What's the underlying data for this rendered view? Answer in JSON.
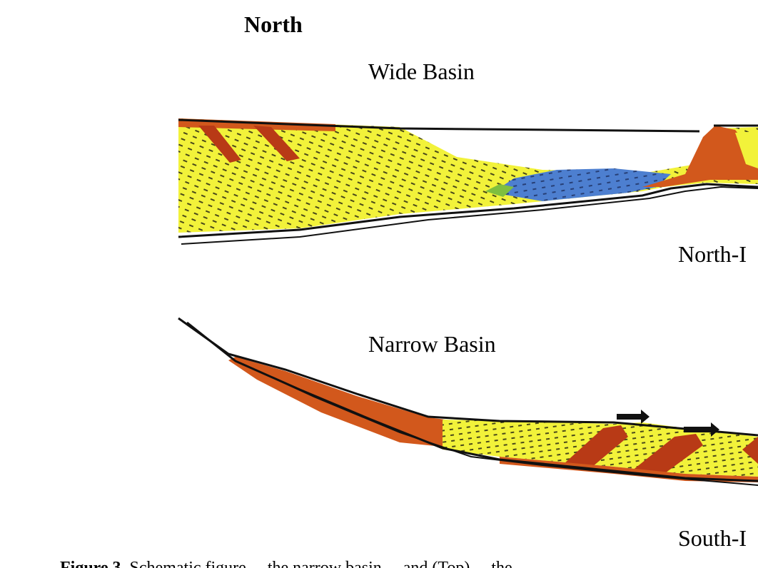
{
  "headings": {
    "north": "North",
    "wide_basin": "Wide Basin",
    "north_partial": "North-I",
    "narrow_basin": "Narrow Basin",
    "south_partial": "South-I"
  },
  "caption": {
    "figure_label": "Figure 3.",
    "text": "Schematic figure ... the narrow basin ... and (Top) ... the ..."
  },
  "colors": {
    "sediment_yellow": "#f2f23a",
    "carbonate_orange": "#d2581c",
    "thrust_red": "#b83a16",
    "deep_blue": "#4d7fd0",
    "slope_green": "#7fbf3f",
    "stipple": "#2b2a14"
  },
  "diagrams": [
    "wide-basin-cross-section",
    "narrow-basin-cross-section"
  ]
}
